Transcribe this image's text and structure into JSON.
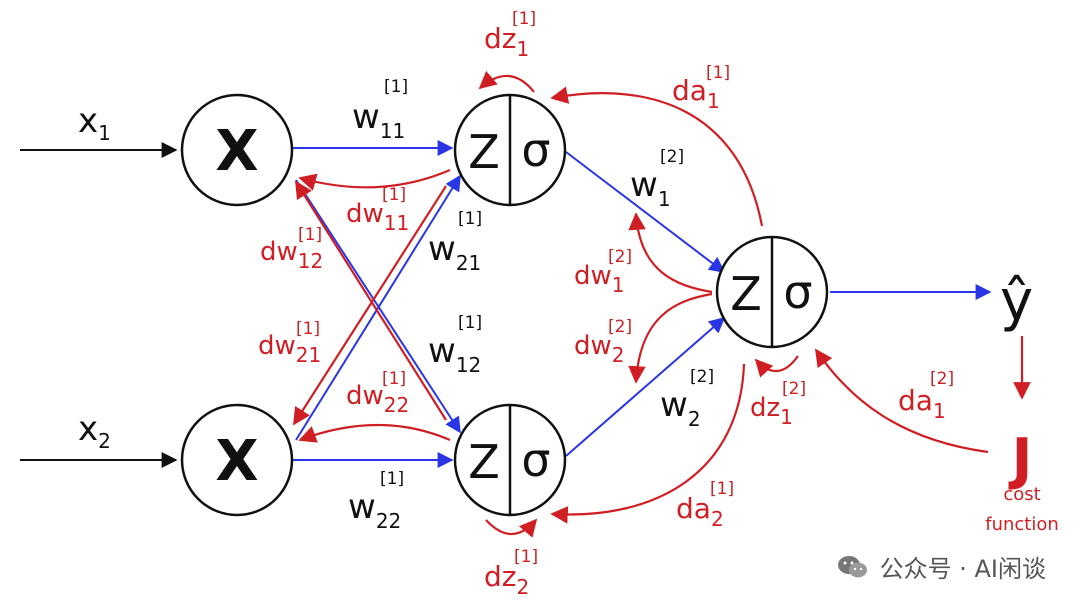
{
  "colors": {
    "black": "#111111",
    "blue": "#2a36e6",
    "red": "#d01f24",
    "watermark": "#555555"
  },
  "inputs": {
    "x1": {
      "base": "x",
      "sub": "1"
    },
    "x2": {
      "base": "x",
      "sub": "2"
    }
  },
  "neurons": {
    "multiply_symbol": "X",
    "z_symbol": "Z",
    "sigma_symbol": "σ"
  },
  "forward_weights": {
    "w11": {
      "base": "w",
      "sub": "11",
      "sup": "[1]"
    },
    "w21": {
      "base": "w",
      "sub": "21",
      "sup": "[1]"
    },
    "w12": {
      "base": "w",
      "sub": "12",
      "sup": "[1]"
    },
    "w22": {
      "base": "w",
      "sub": "22",
      "sup": "[1]"
    },
    "w1_2": {
      "base": "w",
      "sub": "1",
      "sup": "[2]"
    },
    "w2_2": {
      "base": "w",
      "sub": "2",
      "sup": "[2]"
    }
  },
  "gradients": {
    "dz1_1": {
      "base": "dz",
      "sub": "1",
      "sup": "[1]"
    },
    "dz2_1": {
      "base": "dz",
      "sub": "2",
      "sup": "[1]"
    },
    "da1_1": {
      "base": "da",
      "sub": "1",
      "sup": "[1]"
    },
    "da2_1": {
      "base": "da",
      "sub": "2",
      "sup": "[1]"
    },
    "dw11_1": {
      "base": "dw",
      "sub": "11",
      "sup": "[1]"
    },
    "dw12_1": {
      "base": "dw",
      "sub": "12",
      "sup": "[1]"
    },
    "dw21_1": {
      "base": "dw",
      "sub": "21",
      "sup": "[1]"
    },
    "dw22_1": {
      "base": "dw",
      "sub": "22",
      "sup": "[1]"
    },
    "dw1_2": {
      "base": "dw",
      "sub": "1",
      "sup": "[2]"
    },
    "dw2_2": {
      "base": "dw",
      "sub": "2",
      "sup": "[2]"
    },
    "dz1_2": {
      "base": "dz",
      "sub": "1",
      "sup": "[2]"
    },
    "da1_2": {
      "base": "da",
      "sub": "1",
      "sup": "[2]"
    }
  },
  "output": {
    "yhat": "ŷ",
    "cost_symbol": "J",
    "cost_line1": "cost",
    "cost_line2": "function"
  },
  "watermark": {
    "text": "公众号 · AI闲谈",
    "icon": "wechat-icon"
  }
}
